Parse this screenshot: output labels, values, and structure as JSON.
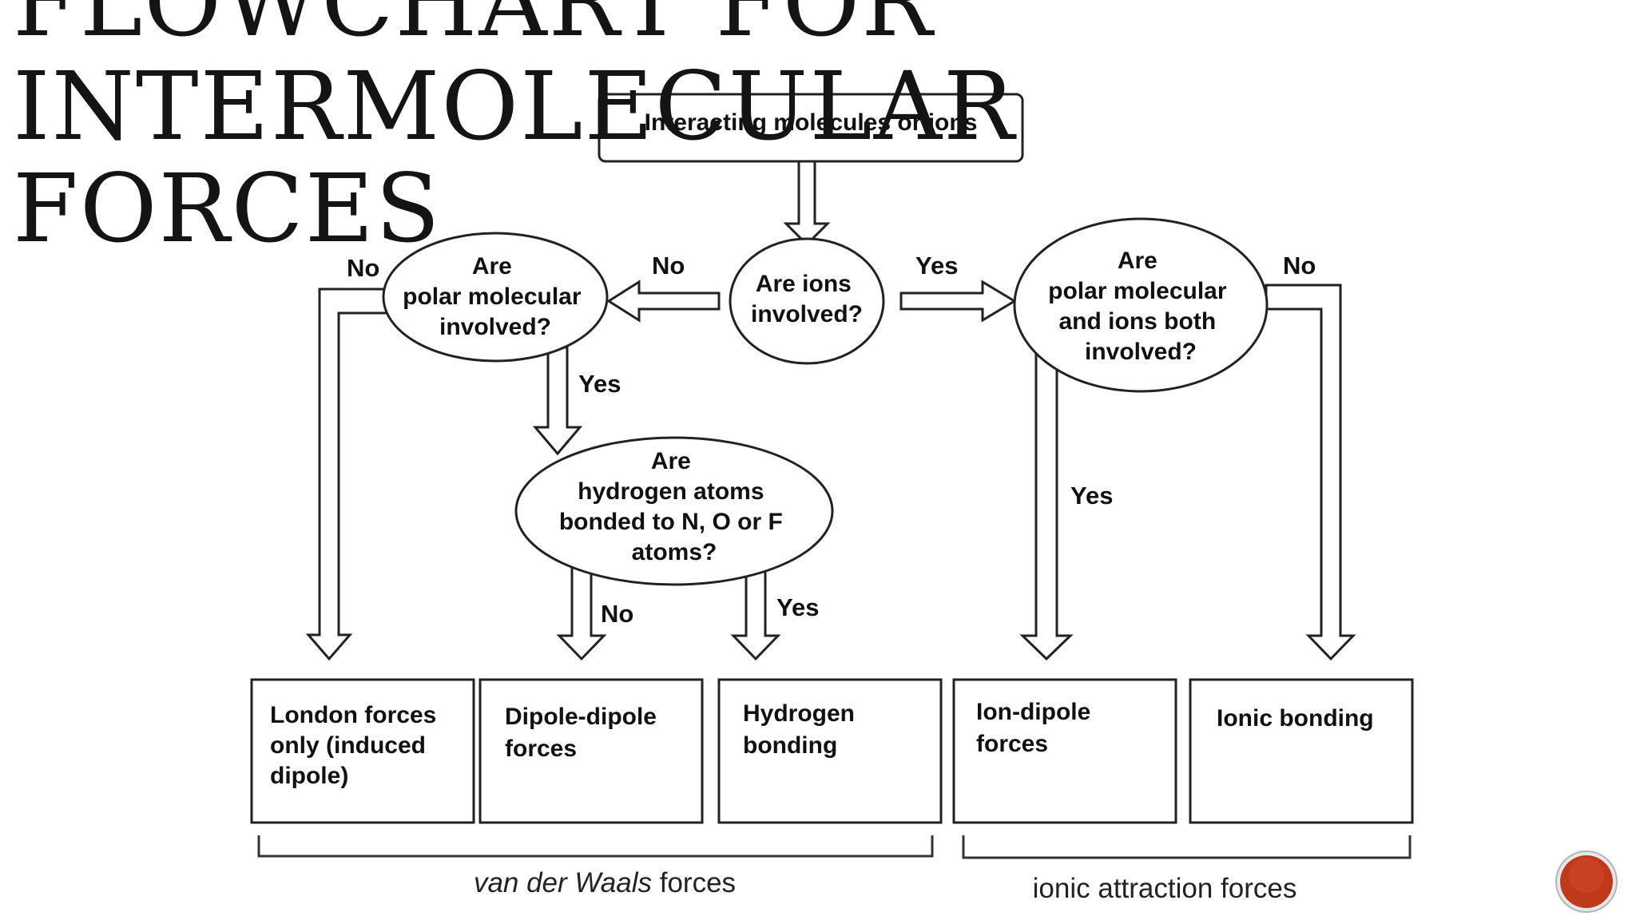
{
  "slide": {
    "title_lines": [
      "FLOWCHART FOR",
      "INTERMOLECULAR",
      "FORCES"
    ]
  },
  "nodes": {
    "start": {
      "lines": [
        "Interacting molecules or ions"
      ]
    },
    "ions_q": {
      "lines": [
        "Are ions",
        "involved?"
      ]
    },
    "polar_q": {
      "lines": [
        "Are",
        "polar molecular",
        "involved?"
      ]
    },
    "polar_ions_q": {
      "lines": [
        "Are",
        "polar molecular",
        "and ions both",
        "involved?"
      ]
    },
    "hydrogen_q": {
      "lines": [
        "Are",
        "hydrogen atoms",
        "bonded to N, O or F",
        "atoms?"
      ]
    },
    "london": {
      "lines": [
        "London forces",
        "only (induced",
        "dipole)"
      ]
    },
    "dipole": {
      "lines": [
        "Dipole-dipole",
        "forces"
      ]
    },
    "hbond": {
      "lines": [
        "Hydrogen",
        "bonding"
      ]
    },
    "ion_dipole": {
      "lines": [
        "Ion-dipole",
        "forces"
      ]
    },
    "ionic": {
      "lines": [
        "Ionic bonding"
      ]
    }
  },
  "edges": {
    "ions_no": "No",
    "ions_yes": "Yes",
    "polar_no": "No",
    "polar_yes": "Yes",
    "hydrogen_no": "No",
    "hydrogen_yes": "Yes",
    "polar_ions_no": "No",
    "polar_ions_yes": "Yes"
  },
  "groups": {
    "vdw_italic": "van der Waals",
    "vdw_rest": " forces",
    "ionic": "ionic attraction forces"
  },
  "colors": {
    "title": "#141414",
    "stroke": "#222222",
    "badge_fill": "#c1391b",
    "badge_ring": "#e8e8e8"
  }
}
